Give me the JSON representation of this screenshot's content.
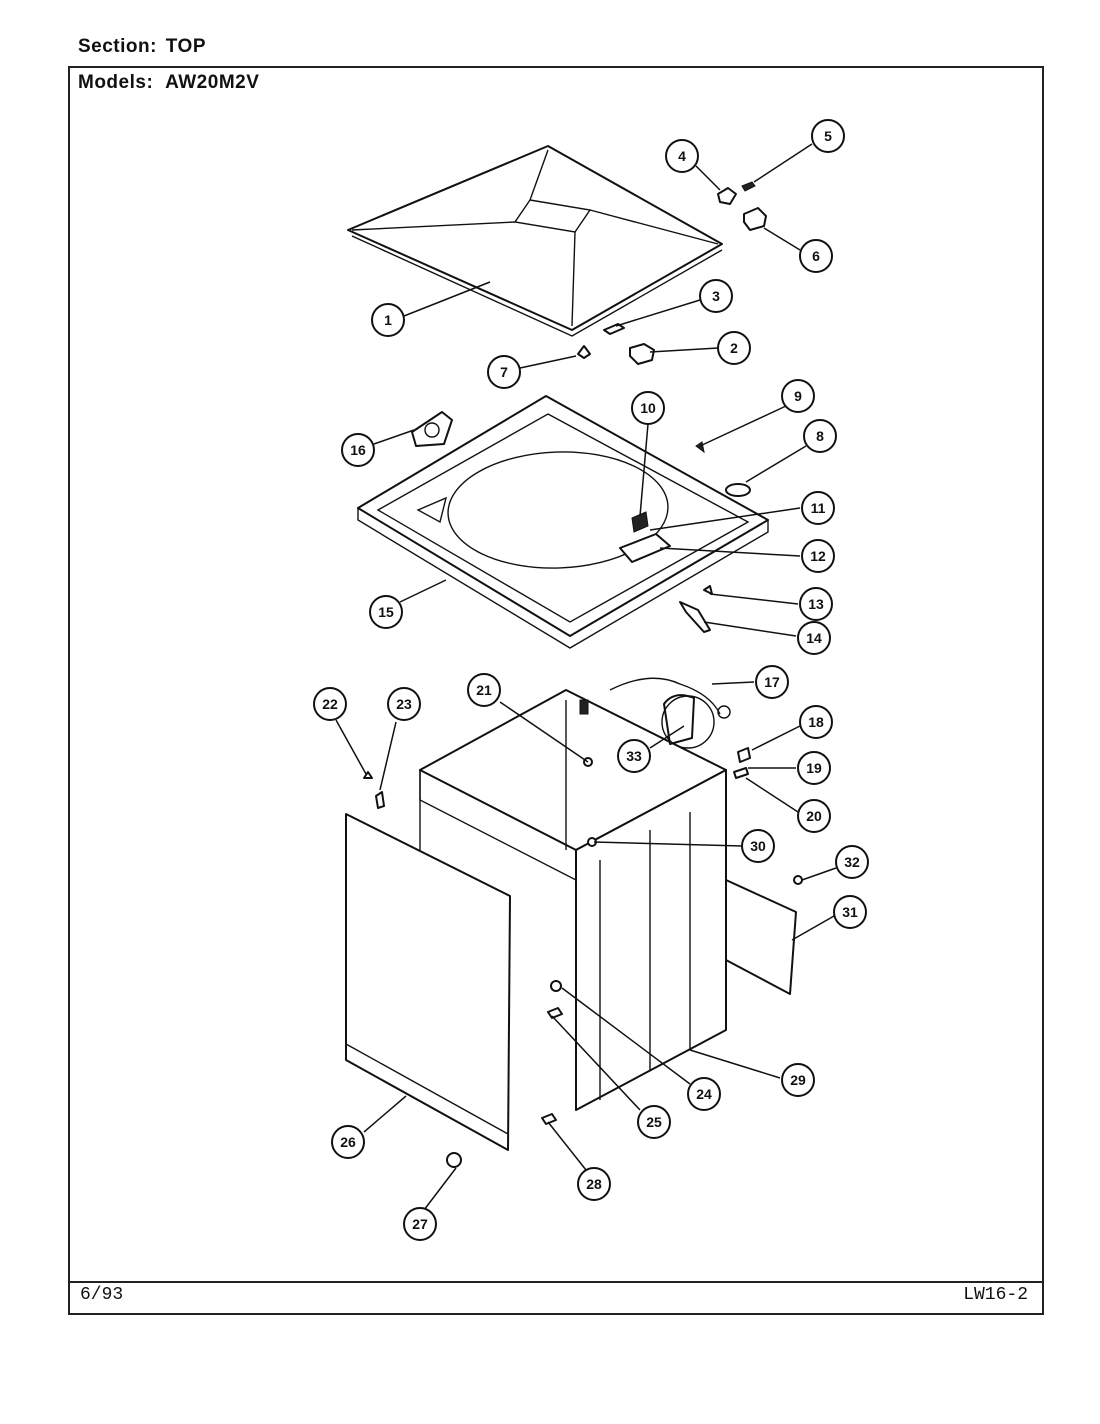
{
  "header": {
    "section_label": "Section:",
    "section_value": "TOP",
    "models_label": "Models:",
    "models_value": "AW20M2V"
  },
  "footer": {
    "date": "6/93",
    "page_code": "LW16-2"
  },
  "callouts": [
    "1",
    "2",
    "3",
    "4",
    "5",
    "6",
    "7",
    "8",
    "9",
    "10",
    "11",
    "12",
    "13",
    "14",
    "15",
    "16",
    "17",
    "18",
    "19",
    "20",
    "21",
    "22",
    "23",
    "24",
    "25",
    "26",
    "27",
    "28",
    "29",
    "30",
    "31",
    "32",
    "33"
  ]
}
